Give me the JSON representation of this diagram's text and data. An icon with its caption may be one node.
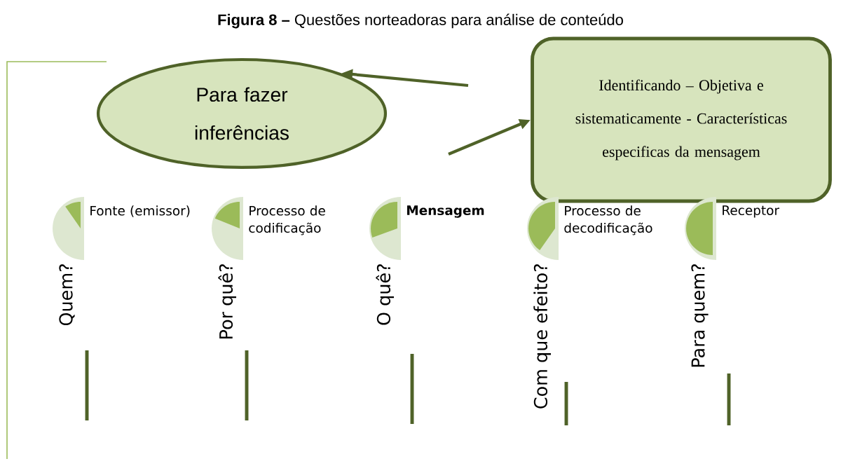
{
  "diagram": {
    "title": "**Figura 8 –** Questões norteadoras para análise de conteúdo",
    "nodes": [
      {
        "text": [
          "Para fazer inferências"
        ]
      },
      {
        "text": [
          "Identificando – Objetiva e sistematicamente - Características especificas da mensagem"
        ]
      }
    ],
    "edges": [
      {
        "from": null,
        "to": 0,
        "arrow": "to"
      },
      {
        "from": null,
        "to": 1,
        "arrow": "to"
      }
    ],
    "labels": [
      "Fonte (emissor)",
      "Processo de codificação",
      "Mensagem",
      "Processo de decodificação",
      "Receptor",
      "Quem?",
      "Por quê?",
      "O quê?",
      "Com que efeito?",
      "Para quem?"
    ]
  }
}
